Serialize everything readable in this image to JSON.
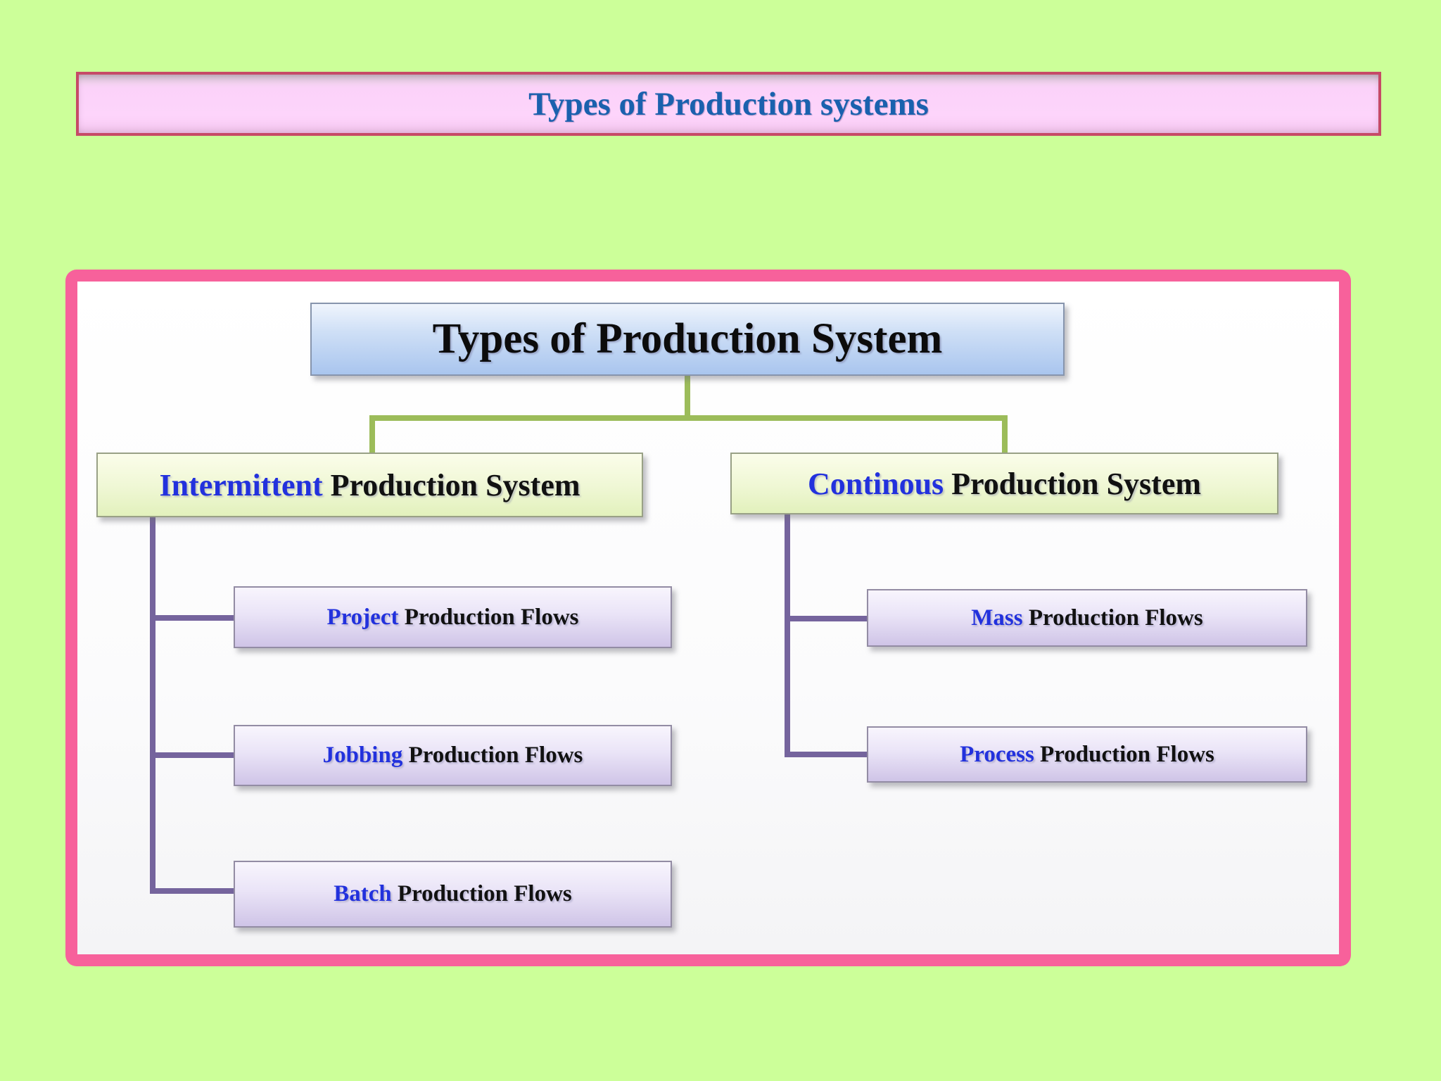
{
  "page": {
    "background_color": "#ccff99"
  },
  "banner": {
    "title": "Types of Production systems",
    "fill_color": "#fcd2f9",
    "border_color": "#c64a67",
    "text_color": "#1a61ae"
  },
  "diagram": {
    "frame_border_color": "#f7619b",
    "connector_color_level1": "#9cbc5a",
    "connector_color_level2": "#75649d",
    "highlight_text_color": "#2231dd",
    "root": {
      "label": "Types of Production System"
    },
    "branches": [
      {
        "highlight": "Intermittent",
        "rest": " Production System",
        "children": [
          {
            "highlight": "Project",
            "rest": " Production Flows"
          },
          {
            "highlight": "Jobbing",
            "rest": " Production Flows"
          },
          {
            "highlight": "Batch",
            "rest": " Production Flows"
          }
        ]
      },
      {
        "highlight": "Continous",
        "rest": " Production System",
        "children": [
          {
            "highlight": "Mass",
            "rest": " Production Flows"
          },
          {
            "highlight": "Process",
            "rest": " Production Flows"
          }
        ]
      }
    ]
  }
}
